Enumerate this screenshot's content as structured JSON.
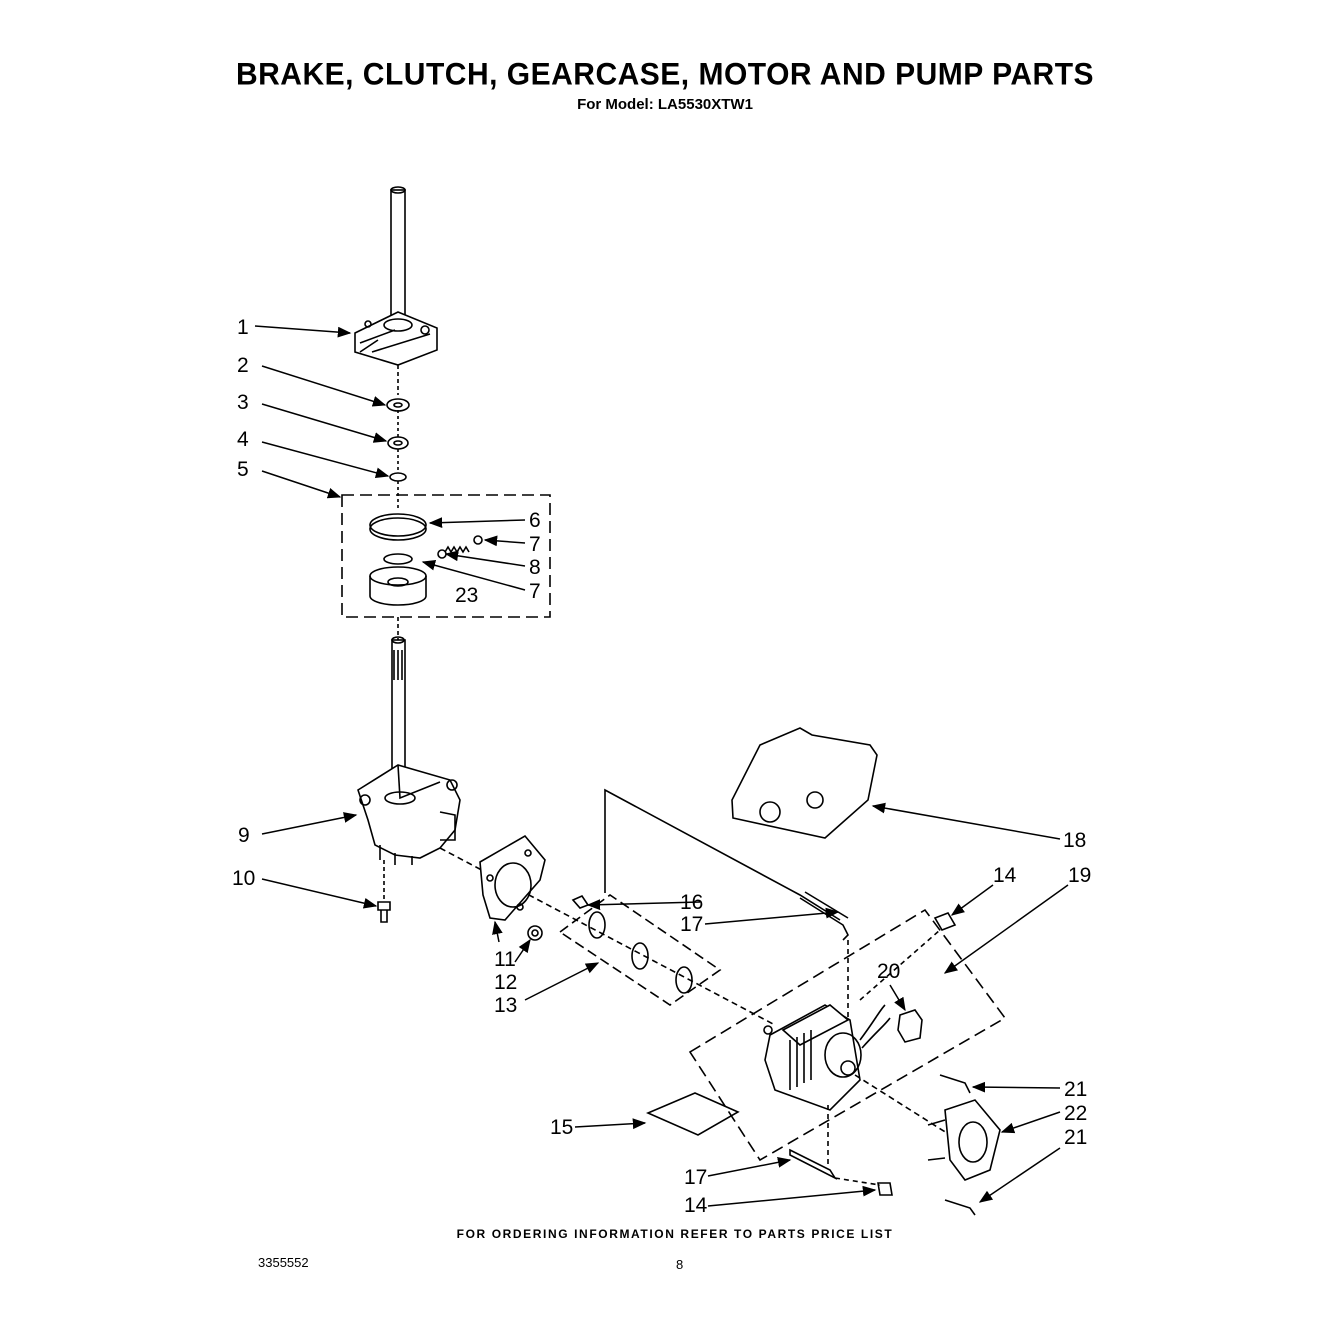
{
  "title": "BRAKE, CLUTCH, GEARCASE, MOTOR AND  PUMP PARTS",
  "subtitle": "For Model: LA5530XTW1",
  "footer_note": "FOR ORDERING INFORMATION REFER TO PARTS PRICE LIST",
  "doc_number": "3355552",
  "page_number": "8",
  "callouts": [
    {
      "id": "c1",
      "text": "1"
    },
    {
      "id": "c2",
      "text": "2"
    },
    {
      "id": "c3",
      "text": "3"
    },
    {
      "id": "c4",
      "text": "4"
    },
    {
      "id": "c5",
      "text": "5"
    },
    {
      "id": "c6",
      "text": "6"
    },
    {
      "id": "c7a",
      "text": "7"
    },
    {
      "id": "c8",
      "text": "8"
    },
    {
      "id": "c7b",
      "text": "7"
    },
    {
      "id": "c23",
      "text": "23"
    },
    {
      "id": "c9",
      "text": "9"
    },
    {
      "id": "c10",
      "text": "10"
    },
    {
      "id": "c11",
      "text": "11"
    },
    {
      "id": "c12",
      "text": "12"
    },
    {
      "id": "c13",
      "text": "13"
    },
    {
      "id": "c16",
      "text": "16"
    },
    {
      "id": "c17a",
      "text": "17"
    },
    {
      "id": "c18",
      "text": "18"
    },
    {
      "id": "c14a",
      "text": "14"
    },
    {
      "id": "c19",
      "text": "19"
    },
    {
      "id": "c20",
      "text": "20"
    },
    {
      "id": "c21a",
      "text": "21"
    },
    {
      "id": "c22",
      "text": "22"
    },
    {
      "id": "c21b",
      "text": "21"
    },
    {
      "id": "c15",
      "text": "15"
    },
    {
      "id": "c17b",
      "text": "17"
    },
    {
      "id": "c14b",
      "text": "14"
    }
  ]
}
